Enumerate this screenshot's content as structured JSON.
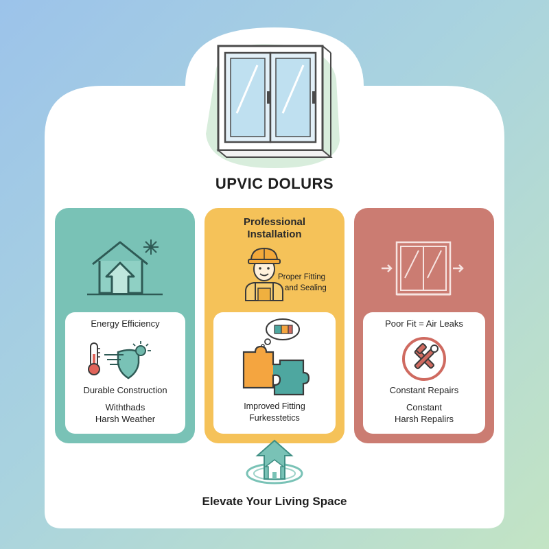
{
  "title": "UPVIC DOLURS",
  "footer": "Elevate Your Living Space",
  "colors": {
    "teal": "#79c2b6",
    "yellow": "#f5c259",
    "red": "#cb7c72",
    "background_from": "#9cc3ea",
    "background_to": "#c3e4c4"
  },
  "cards": {
    "left": {
      "icons": [
        "house-snowflake-icon",
        "thermometer-icon",
        "shield-wind-icon"
      ],
      "label1": "Energy Efficiency",
      "label2": "Durable Construction",
      "label3a": "Withthads",
      "label3b": "Harsh Weather"
    },
    "middle": {
      "icons": [
        "worker-icon",
        "puzzle-thought-icon",
        "puzzle-icon"
      ],
      "title_line1": "Professional",
      "title_line2": "Installation",
      "fit_line1": "Proper Fitting",
      "fit_line2": "and Sealing",
      "label1a": "Improved Fitting",
      "label1b": "Furkesstetics"
    },
    "right": {
      "icons": [
        "window-arrows-icon",
        "tools-prohibited-icon"
      ],
      "label1": "Poor Fit = Air Leaks",
      "label2": "Constant Repairs",
      "label3a": "Constant",
      "label3b": "Harsh Repalirs"
    }
  }
}
